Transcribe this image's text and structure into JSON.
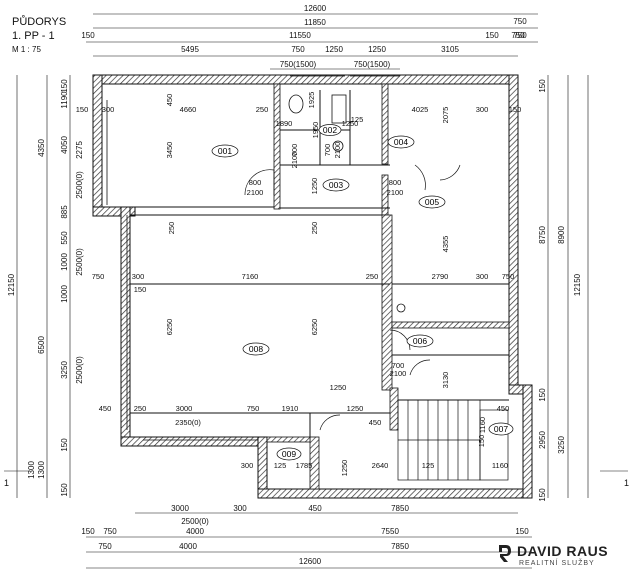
{
  "title": {
    "name": "PŮDORYS",
    "floor": "1. PP - 1",
    "scale": "M 1 : 75"
  },
  "logo": {
    "brand": "DAVID RAUS",
    "tagline": "REALITNÍ SLUŽBY"
  },
  "rooms": [
    "001",
    "002",
    "003",
    "004",
    "005",
    "006",
    "007",
    "008",
    "009"
  ],
  "dims": {
    "top1": "12600",
    "top1b": "750",
    "top2": "11850",
    "top2b": "750",
    "top3a": "150",
    "top3": "11550",
    "top3b": "150",
    "top3c": "750",
    "top4": [
      "5495",
      "750",
      "1250",
      "1250",
      "3105"
    ],
    "top5": [
      "750(1500)",
      "750(1500)"
    ],
    "bottom": {
      "r1": [
        "3000",
        "300",
        "450",
        "7850"
      ],
      "r2": "2500(0)",
      "r3": [
        "150",
        "750",
        "4000",
        "7550",
        "150"
      ],
      "r4": [
        "750",
        "4000",
        "7850"
      ],
      "r5": "12600"
    },
    "left": {
      "outer": "12150",
      "mid": [
        "4350",
        "6500",
        "1300"
      ],
      "inner": [
        "150",
        "1190",
        "4050",
        "2275",
        "2500(0)",
        "885",
        "550",
        "1000",
        "2500(0)",
        "1000",
        "3250",
        "2500(0)",
        "150",
        "1300",
        "150"
      ]
    },
    "right": {
      "outer": "12150",
      "mid": [
        "8900",
        "3250"
      ],
      "inner": [
        "150",
        "8750",
        "150",
        "2950",
        "150"
      ]
    },
    "interior": [
      "150",
      "300",
      "4660",
      "250",
      "4025",
      "300",
      "150",
      "450",
      "3450",
      "1890",
      "1925",
      "1250",
      "125",
      "2075",
      "1950",
      "800",
      "2100",
      "800",
      "2100",
      "1250",
      "250",
      "250",
      "4355",
      "750",
      "300",
      "7160",
      "250",
      "2790",
      "300",
      "750",
      "150",
      "6250",
      "6250",
      "3130",
      "450",
      "250",
      "3000",
      "750",
      "1910",
      "1250",
      "450",
      "2350(0)",
      "1160",
      "450",
      "1785",
      "1250",
      "2640",
      "125",
      "1160",
      "150",
      "300",
      "125",
      "700",
      "2100",
      "700",
      "2100",
      "700",
      "2100",
      "1250",
      "250"
    ]
  }
}
